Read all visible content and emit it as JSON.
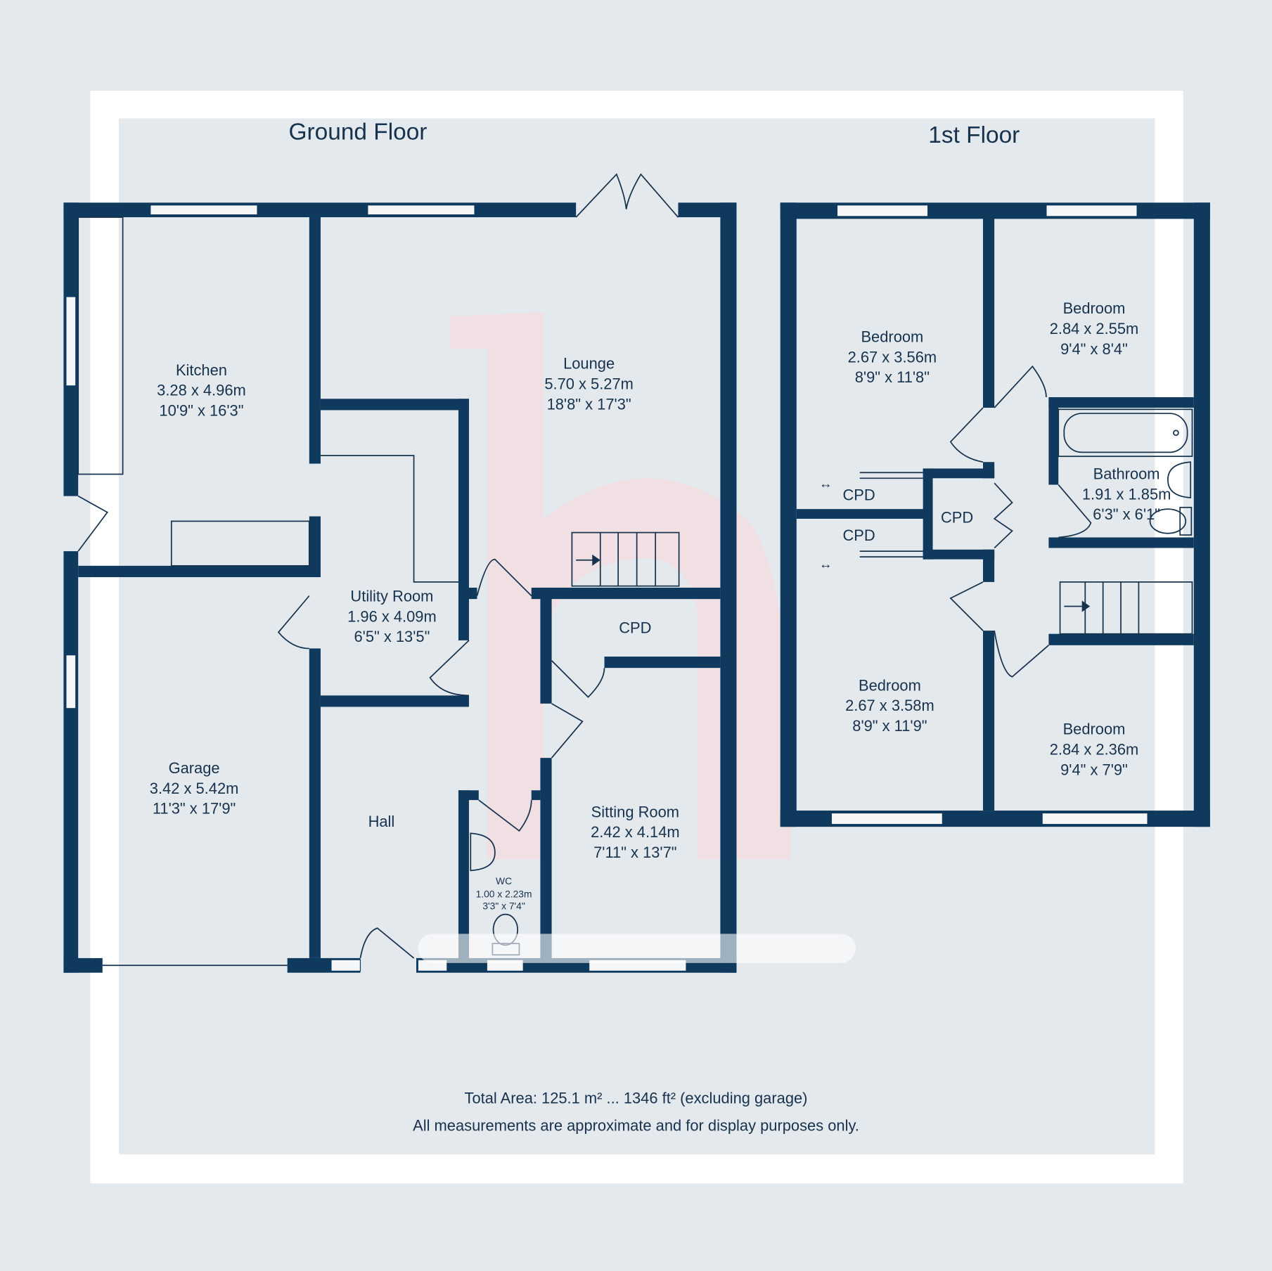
{
  "floors": [
    {
      "title": "Ground Floor",
      "rooms": [
        {
          "name": "Kitchen",
          "metric": "3.28 x 4.96m",
          "imperial": "10'9\" x 16'3\""
        },
        {
          "name": "Lounge",
          "metric": "5.70 x 5.27m",
          "imperial": "18'8\" x 17'3\""
        },
        {
          "name": "Utility Room",
          "metric": "1.96 x 4.09m",
          "imperial": "6'5\" x 13'5\""
        },
        {
          "name": "CPD"
        },
        {
          "name": "Garage",
          "metric": "3.42 x 5.42m",
          "imperial": "11'3\" x 17'9\""
        },
        {
          "name": "Hall"
        },
        {
          "name": "Sitting Room",
          "metric": "2.42 x 4.14m",
          "imperial": "7'11\" x 13'7\""
        },
        {
          "name": "WC",
          "metric": "1.00 x 2.23m",
          "imperial": "3'3\" x 7'4\""
        }
      ]
    },
    {
      "title": "1st Floor",
      "rooms": [
        {
          "name": "Bedroom",
          "metric": "2.67 x 3.56m",
          "imperial": "8'9\" x 11'8\""
        },
        {
          "name": "Bedroom",
          "metric": "2.84 x 2.55m",
          "imperial": "9'4\" x 8'4\""
        },
        {
          "name": "Bathroom",
          "metric": "1.91 x 1.85m",
          "imperial": "6'3\" x 6'1\""
        },
        {
          "name": "CPD"
        },
        {
          "name": "CPD"
        },
        {
          "name": "CPD"
        },
        {
          "name": "Bedroom",
          "metric": "2.67 x 3.58m",
          "imperial": "8'9\" x 11'9\""
        },
        {
          "name": "Bedroom",
          "metric": "2.84 x 2.36m",
          "imperial": "9'4\" x 7'9\""
        }
      ]
    }
  ],
  "footer": {
    "total_area": "Total Area: 125.1 m² ... 1346 ft² (excluding garage)",
    "disclaimer": "All measurements are approximate and for display purposes only."
  },
  "colors": {
    "wall": "#0f3a5e",
    "background": "#e4e9ed",
    "frame": "#ffffff"
  }
}
